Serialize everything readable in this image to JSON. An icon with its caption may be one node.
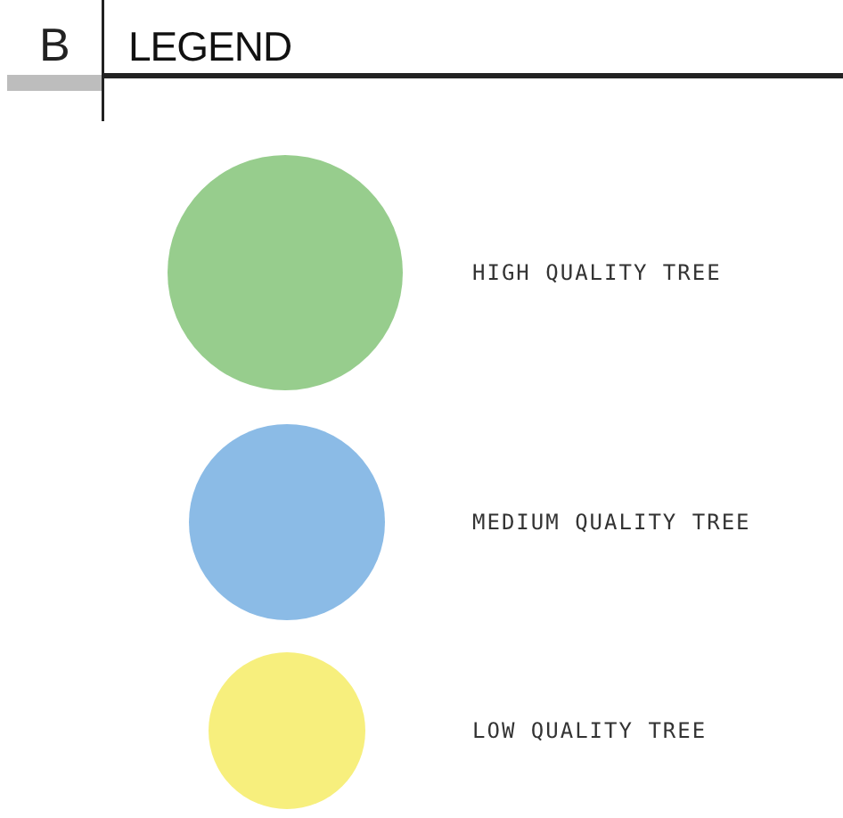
{
  "diagram": {
    "title": "LEGEND",
    "labels": [
      "B"
    ],
    "legend": [
      {
        "text": "HIGH QUALITY TREE",
        "color": "#97cd8d"
      },
      {
        "text": "MEDIUM QUALITY TREE",
        "color": "#8bbbe6"
      },
      {
        "text": "LOW QUALITY TREE",
        "color": "#f7ef7d"
      }
    ]
  }
}
